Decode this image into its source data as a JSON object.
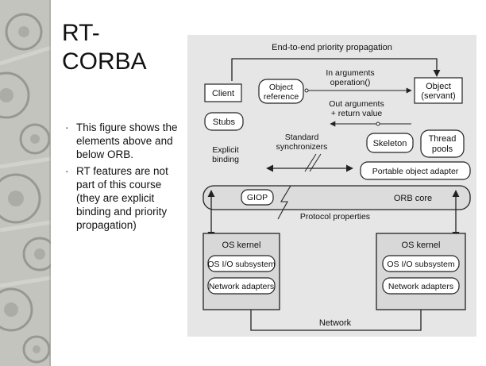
{
  "slide": {
    "title_line1": "RT-",
    "title_line2": "CORBA",
    "bullet_glyph": "·",
    "bullets": [
      "This figure shows the elements above and below ORB.",
      "RT features are not part of this course (they are explicit binding and priority propagation)"
    ]
  },
  "diagram": {
    "end_to_end": "End-to-end priority propagation",
    "in_args_1": "In arguments",
    "in_args_2": "operation()",
    "out_args_1": "Out arguments",
    "out_args_2": "+ return value",
    "client": "Client",
    "object_ref_1": "Object",
    "object_ref_2": "reference",
    "object_1": "Object",
    "object_2": "(servant)",
    "stubs": "Stubs",
    "standard_1": "Standard",
    "standard_2": "synchronizers",
    "skeleton": "Skeleton",
    "thread_1": "Thread",
    "thread_2": "pools",
    "explicit_1": "Explicit",
    "explicit_2": "binding",
    "poa": "Portable object adapter",
    "giop": "GIOP",
    "orb_core": "ORB core",
    "protocol_props": "Protocol properties",
    "os_kernel_left": "OS kernel",
    "os_io_left": "OS I/O subsystem",
    "net_adapters_left": "Network adapters",
    "os_kernel_right": "OS kernel",
    "os_io_right": "OS I/O subsystem",
    "net_adapters_right": "Network adapters",
    "network": "Network"
  },
  "colors": {
    "figure_bg": "#e6e6e6",
    "box_fill": "#ffffff",
    "stroke": "#222222",
    "sidebar_base": "#b9b9b4"
  }
}
